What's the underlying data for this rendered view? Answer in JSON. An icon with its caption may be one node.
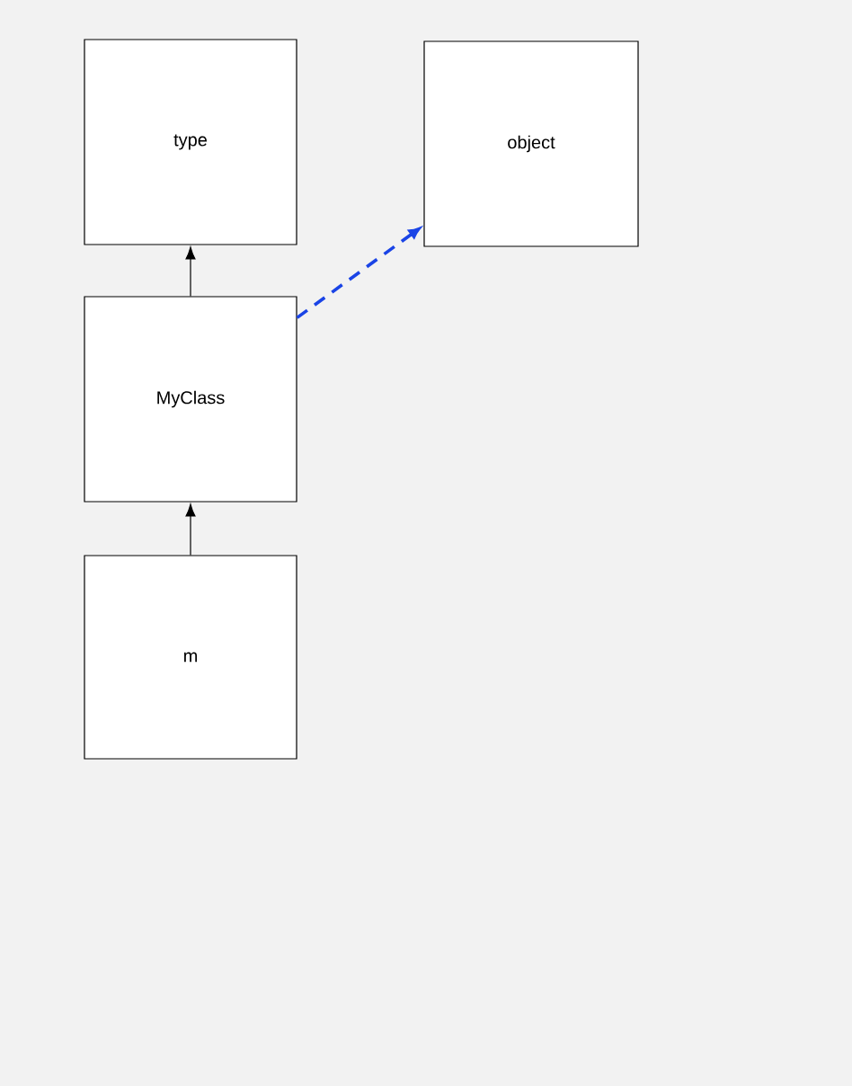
{
  "diagram": {
    "nodes": [
      {
        "text": [
          "type"
        ]
      },
      {
        "text": [
          "object"
        ]
      },
      {
        "text": [
          "MyClass"
        ]
      },
      {
        "text": [
          "m"
        ]
      }
    ],
    "edges": [
      {
        "from": 2,
        "to": 0,
        "arrow": "to"
      },
      {
        "from": 3,
        "to": 2,
        "arrow": "to"
      },
      {
        "from": 2,
        "to": 1,
        "arrow": "to",
        "style": "dashed",
        "color": "#1a44e6"
      }
    ]
  }
}
